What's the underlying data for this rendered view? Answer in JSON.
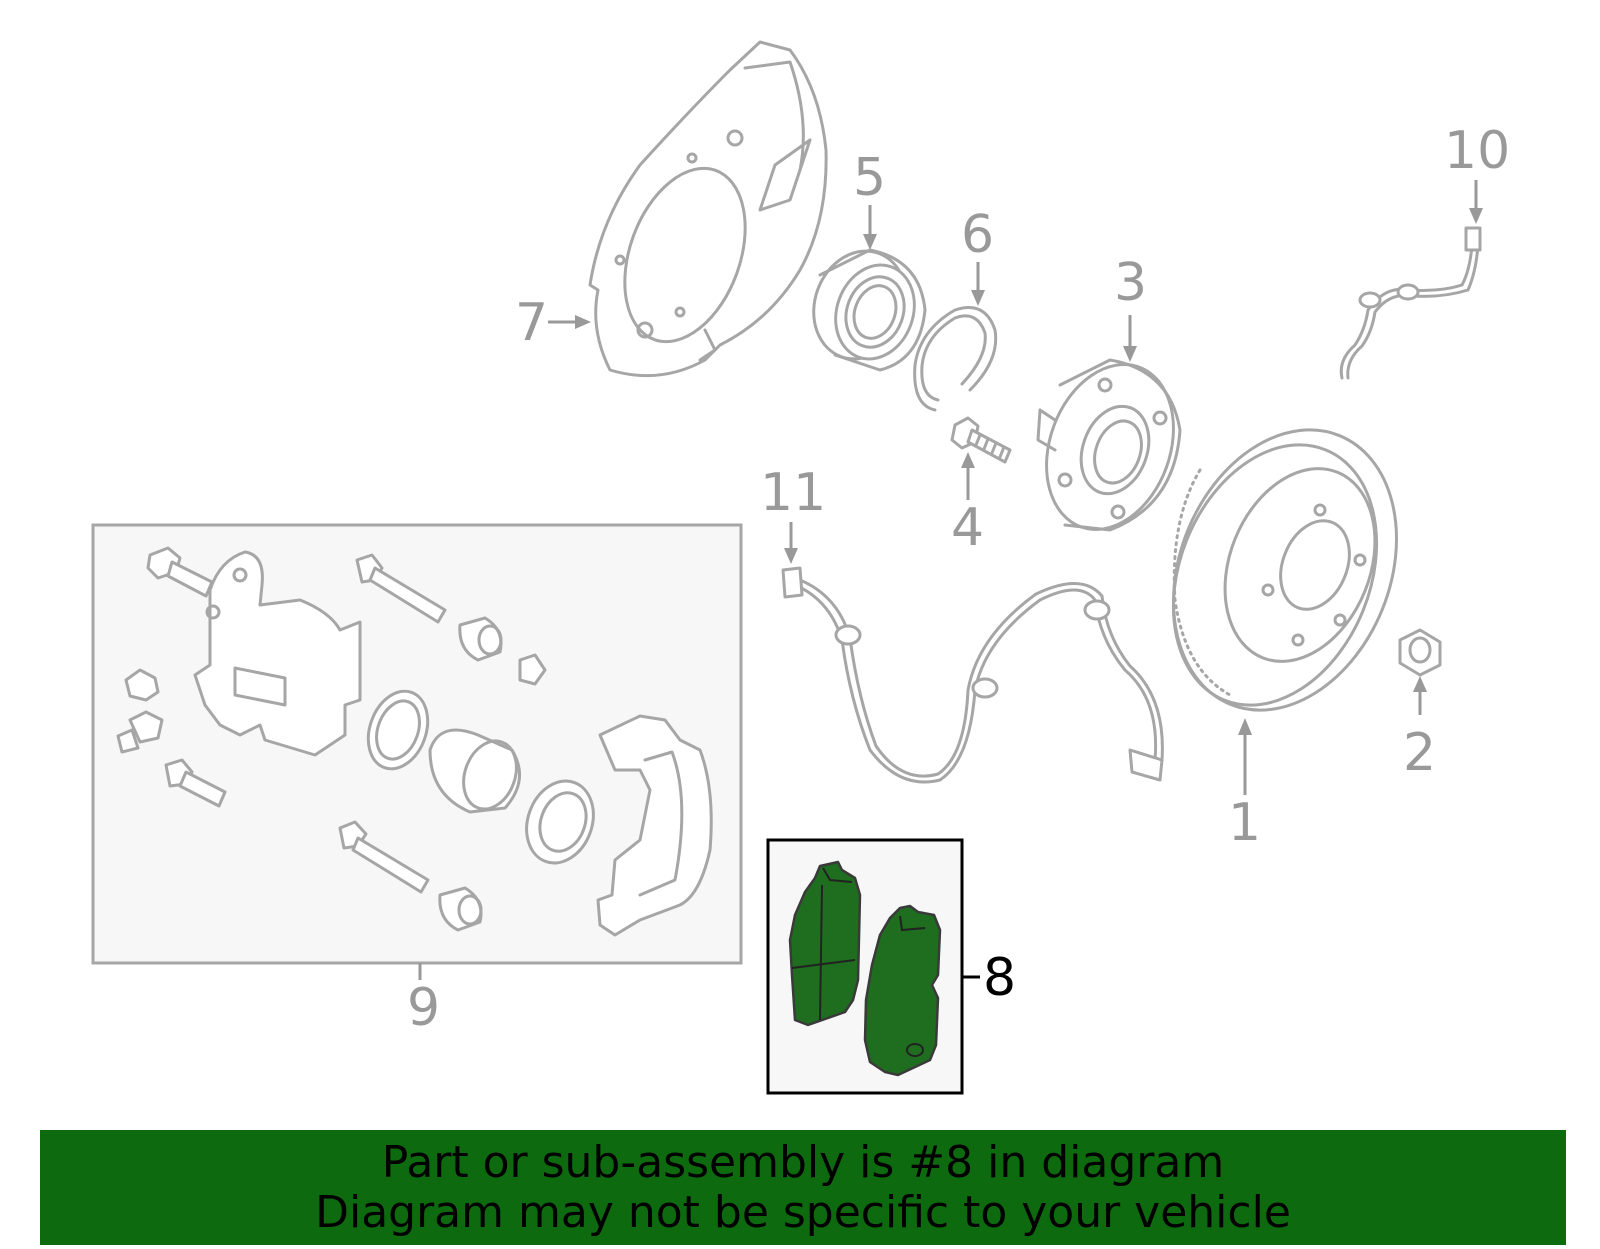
{
  "callouts": {
    "c1": "1",
    "c2": "2",
    "c3": "3",
    "c4": "4",
    "c5": "5",
    "c6": "6",
    "c7": "7",
    "c8": "8",
    "c9": "9",
    "c10": "10",
    "c11": "11"
  },
  "selected_part": "8",
  "highlight_color": "#1f6e1f",
  "banner": {
    "line1": "Part or sub-assembly is #8 in diagram",
    "line2": "Diagram may not be specific to your vehicle",
    "background": "#0e6a0e"
  }
}
